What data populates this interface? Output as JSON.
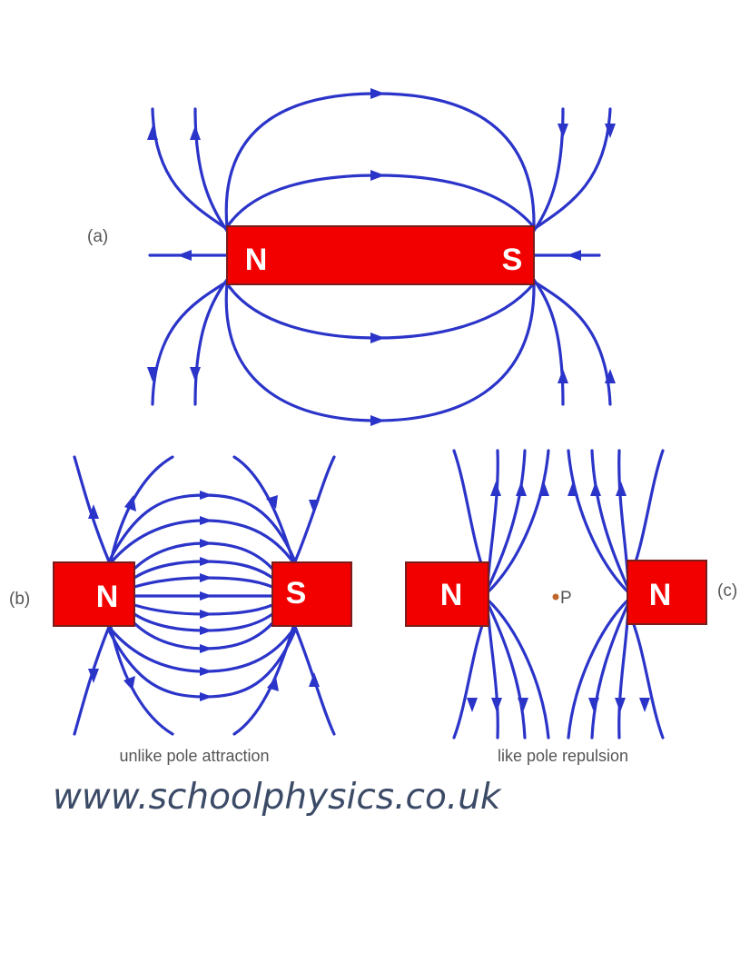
{
  "panels": {
    "a": {
      "label": "(a)",
      "magnet": {
        "left_pole": "N",
        "right_pole": "S"
      }
    },
    "b": {
      "label": "(b)",
      "magnets": {
        "left_pole": "N",
        "right_pole": "S"
      },
      "caption": "unlike pole attraction"
    },
    "c": {
      "label": "(c)",
      "magnets": {
        "left_pole": "N",
        "right_pole": "N"
      },
      "point_label": "P",
      "caption": "like pole repulsion"
    }
  },
  "watermark": "www.schoolphysics.co.uk",
  "colors": {
    "field_line": "#2b34c9",
    "magnet": "#f20000",
    "text": "#555555"
  }
}
